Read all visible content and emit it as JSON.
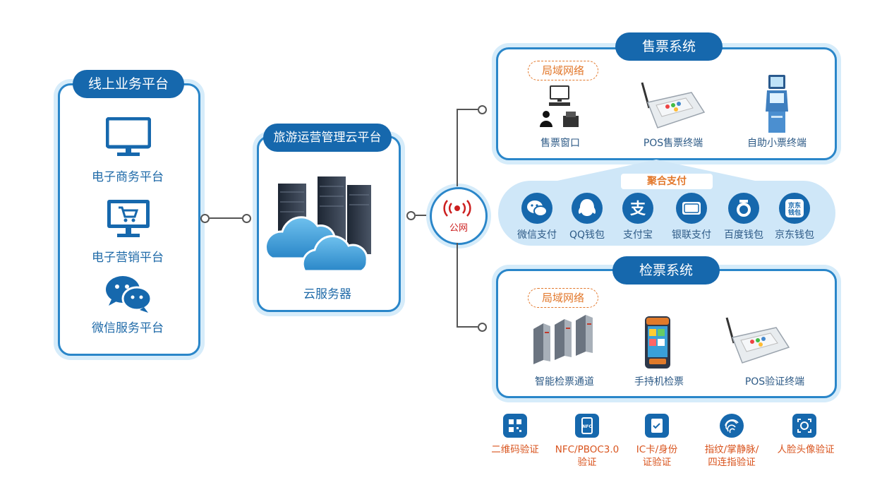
{
  "online": {
    "title": "线上业务平台",
    "items": [
      "电子商务平台",
      "电子营销平台",
      "微信服务平台"
    ]
  },
  "cloud": {
    "title": "旅游运营管理云平台",
    "label": "云服务器"
  },
  "network": {
    "label": "公网"
  },
  "ticketing": {
    "title": "售票系统",
    "lan": "局域网络",
    "items": [
      "售票窗口",
      "POS售票终端",
      "自助小票终端"
    ]
  },
  "payment": {
    "title": "聚合支付",
    "items": [
      "微信支付",
      "QQ钱包",
      "支付宝",
      "银联支付",
      "百度钱包",
      "京东钱包"
    ],
    "jd_logo_text": "京东\n钱包"
  },
  "checking": {
    "title": "检票系统",
    "lan": "局域网络",
    "items": [
      "智能检票通道",
      "手持机检票",
      "POS验证终端"
    ]
  },
  "verification": {
    "items": [
      [
        "二维码验证"
      ],
      [
        "NFC/PBOC3.0",
        "验证"
      ],
      [
        "IC卡/身份",
        "证验证"
      ],
      [
        "指纹/掌静脉/",
        "四连指验证"
      ],
      [
        "人脸头像验证"
      ]
    ]
  },
  "colors": {
    "primary": "#1668ad",
    "border": "#2a86c9",
    "glow": "#d6ecfa",
    "accent_orange": "#e2772a",
    "accent_red": "#d9541e",
    "network_red": "#cc1f1f"
  }
}
